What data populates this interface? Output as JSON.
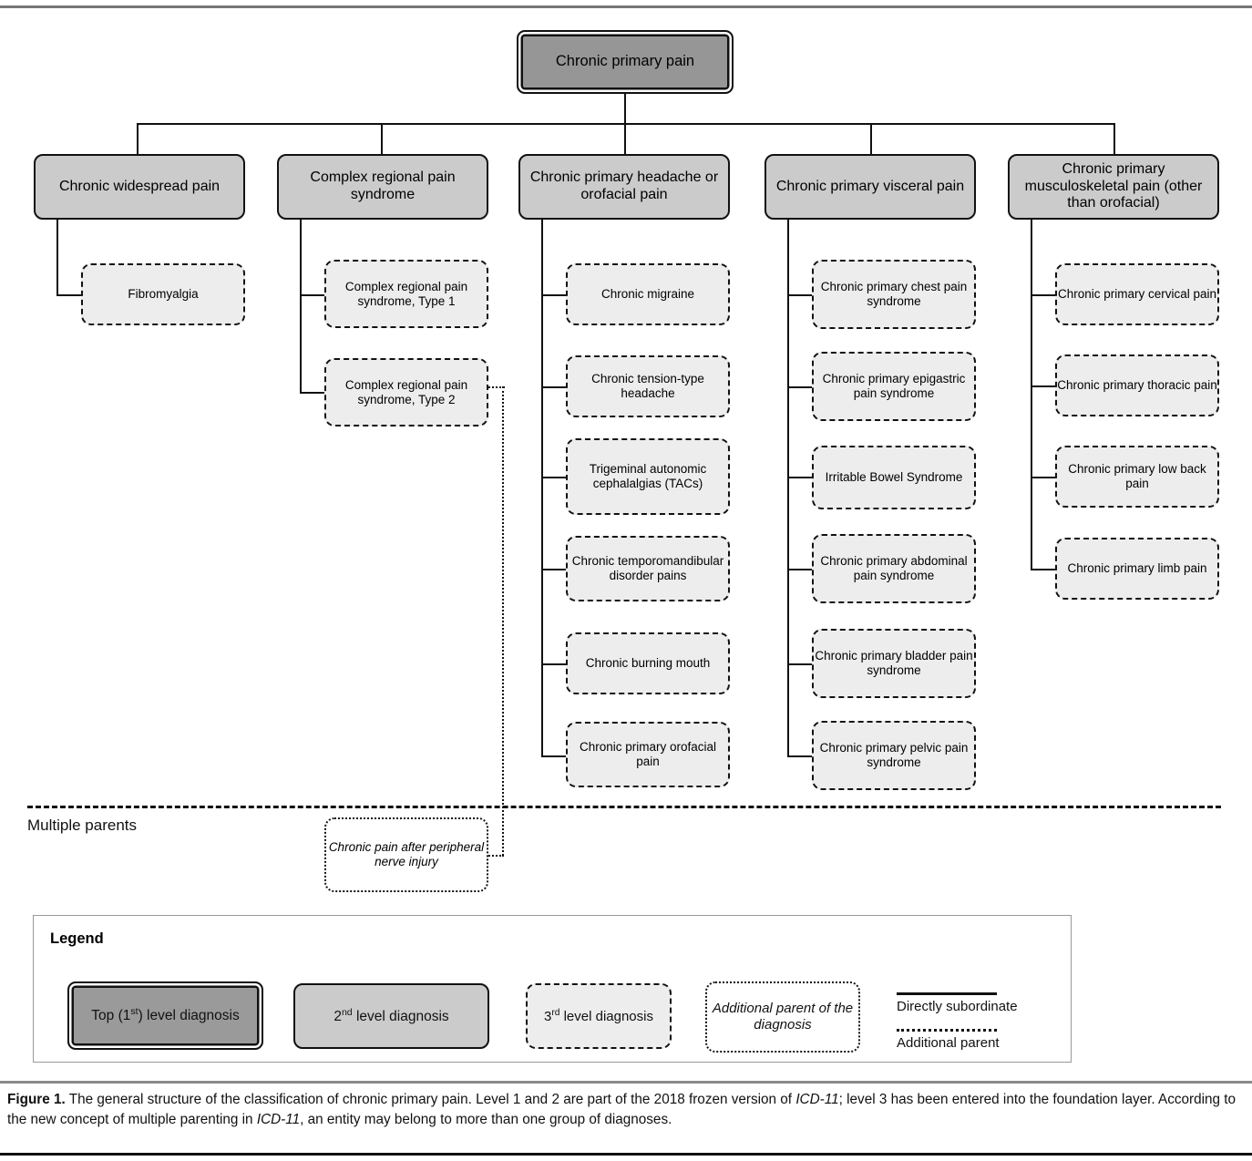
{
  "figure": {
    "root": {
      "label": "Chronic primary pain"
    },
    "columns": [
      {
        "parent": "Chronic widespread pain",
        "children": [
          "Fibromyalgia"
        ]
      },
      {
        "parent": "Complex regional pain syndrome",
        "children": [
          "Complex regional pain syndrome, Type 1",
          "Complex regional pain syndrome, Type 2"
        ]
      },
      {
        "parent": "Chronic primary headache or orofacial pain",
        "children": [
          "Chronic migraine",
          "Chronic tension-type headache",
          "Trigeminal autonomic cephalalgias (TACs)",
          "Chronic temporomandibular disorder pains",
          "Chronic burning mouth",
          "Chronic primary orofacial pain"
        ]
      },
      {
        "parent": "Chronic primary visceral pain",
        "children": [
          "Chronic primary chest pain syndrome",
          "Chronic primary epigastric pain syndrome",
          "Irritable Bowel Syndrome",
          "Chronic primary abdominal pain syndrome",
          "Chronic primary bladder pain syndrome",
          "Chronic primary pelvic pain syndrome"
        ]
      },
      {
        "parent": "Chronic primary musculoskeletal pain (other than orofacial)",
        "children": [
          "Chronic primary cervical pain",
          "Chronic primary thoracic pain",
          "Chronic primary low back pain",
          "Chronic primary limb pain"
        ]
      }
    ],
    "multiple_parents": {
      "section_label": "Multiple parents",
      "node": "Chronic pain after peripheral nerve injury",
      "linked_from": "Complex regional pain syndrome, Type 2"
    }
  },
  "legend": {
    "title": "Legend",
    "items": [
      {
        "label_prefix": "Top (1",
        "label_sup": "st",
        "label_suffix": ") level diagnosis"
      },
      {
        "label_prefix": "2",
        "label_sup": "nd",
        "label_suffix": " level diagnosis"
      },
      {
        "label_prefix": "3",
        "label_sup": "rd",
        "label_suffix": " level diagnosis"
      },
      {
        "label": "Additional parent of the diagnosis"
      }
    ],
    "line_keys": [
      {
        "label": "Directly subordinate",
        "style": "solid"
      },
      {
        "label": "Additional parent",
        "style": "dotted"
      }
    ]
  },
  "caption": {
    "figure_number": "Figure 1.",
    "part1": " The general structure of the classification of chronic primary pain. Level 1 and 2 are part of the 2018 frozen version of ",
    "italic1": "ICD-11",
    "part2": "; level 3 has been entered into the foundation layer. According to the new concept of multiple parenting in ",
    "italic2": "ICD-11",
    "part3": ", an entity may belong to more than one group of diagnoses."
  },
  "colors": {
    "level1_fill": "#969696",
    "level2_fill": "#cbcbcb",
    "level3_fill": "#ededed",
    "extra_fill": "#ffffff",
    "line": "#111111"
  }
}
